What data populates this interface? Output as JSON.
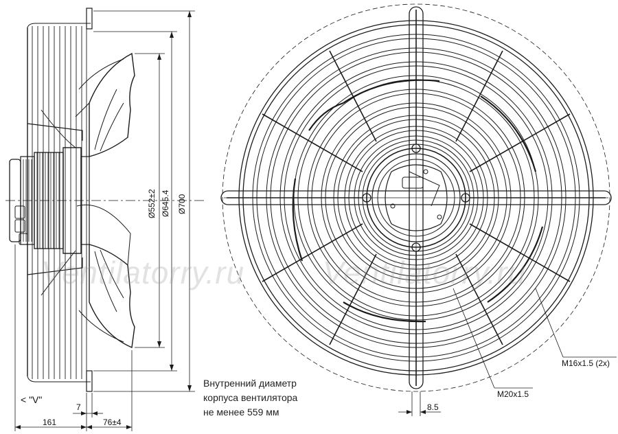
{
  "dimensions": {
    "d552": "Ø552±2",
    "d645": "Ø645.4",
    "d700": "Ø700",
    "seven": "7",
    "len161": "161",
    "len76": "76±4",
    "eight_five": "8.5"
  },
  "labels": {
    "view": "< \"V\"",
    "m16": "M16x1.5 (2x)",
    "m20": "M20x1.5"
  },
  "note": {
    "line1": "Внутренний диаметр",
    "line2": "корпуса вентилятора",
    "line3": "не менее 559 мм"
  },
  "watermark": {
    "left": "Ventilatorry.ru",
    "right": "Ventilatorry.ru"
  },
  "colors": {
    "line": "#1a1a1a",
    "watermark": "#969696"
  }
}
